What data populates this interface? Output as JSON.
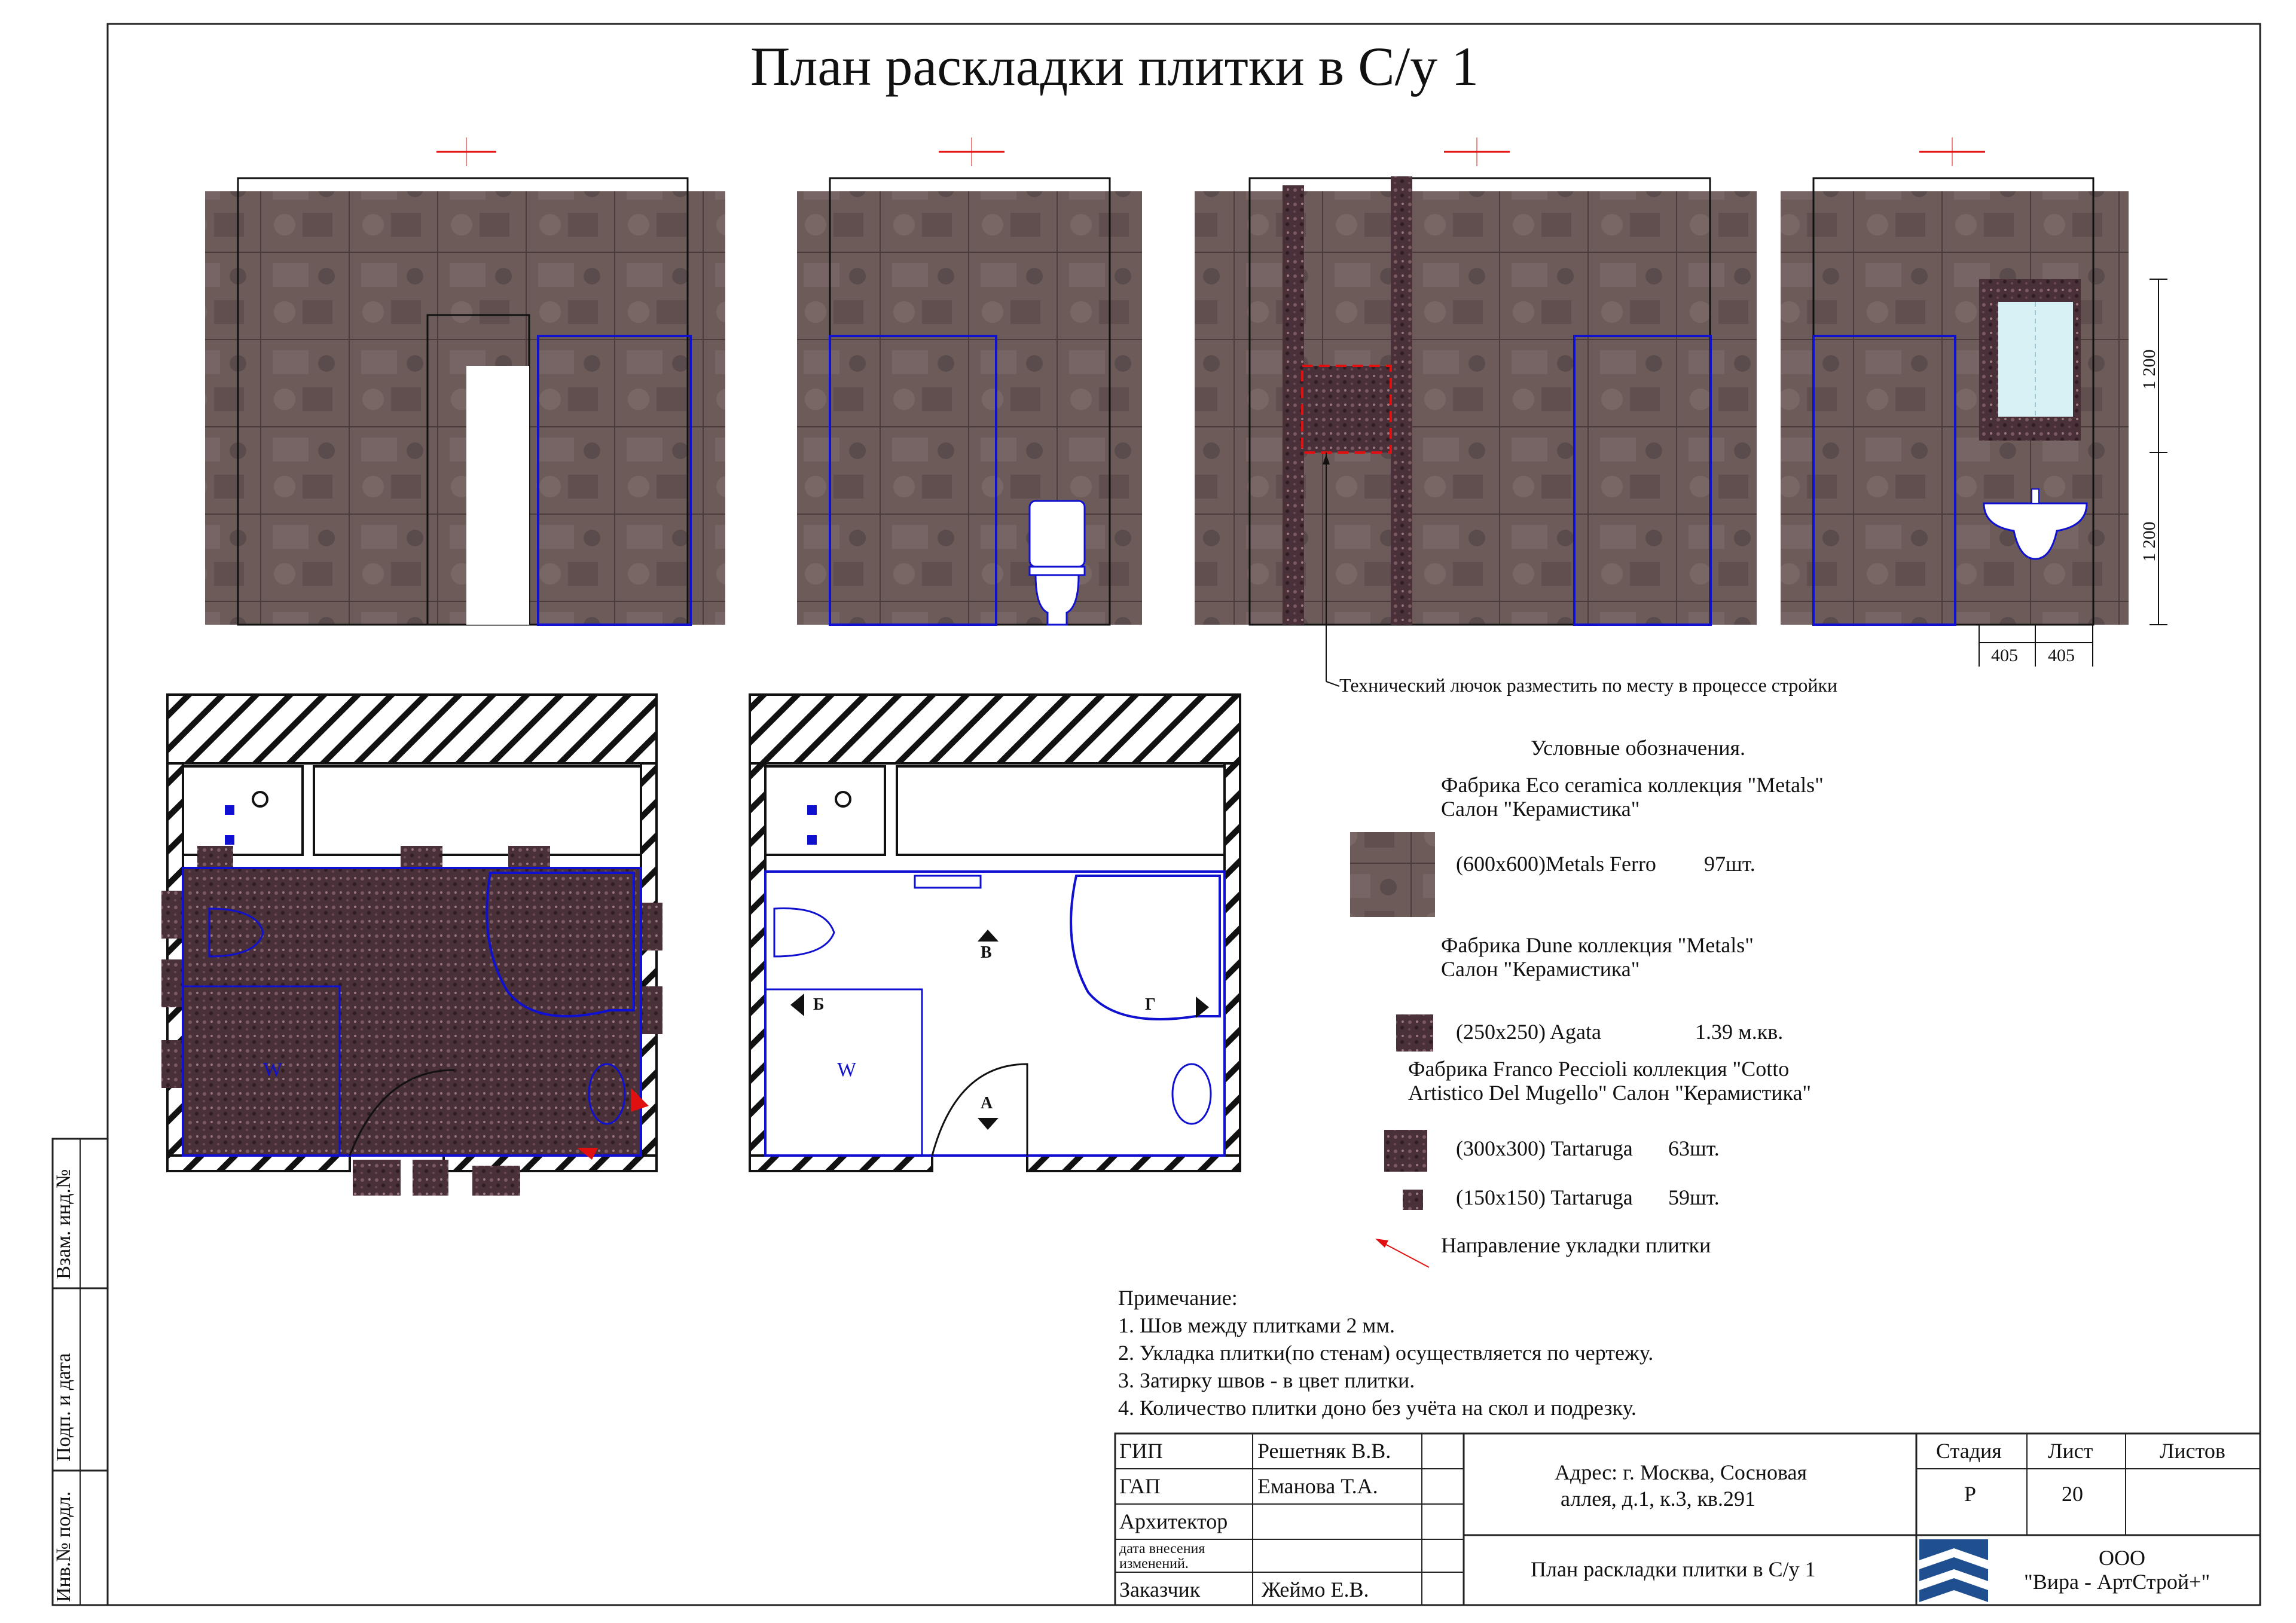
{
  "title": "План раскладки плитки в С/у 1",
  "elevation_labels": {
    "dim_1200_top": "1 200",
    "dim_1200_bottom": "1 200",
    "dim_405_left": "405",
    "dim_405_right": "405",
    "hatch_note": "Технический лючок разместить по месту в процессе стройки"
  },
  "plan_labels": {
    "view_a": "А",
    "view_b": "Б",
    "view_v": "В",
    "view_g": "Г",
    "shower_mark": "W"
  },
  "legend": {
    "heading": "Условные обозначения.",
    "item1_factory": "Фабрика Eco ceramica коллекция \"Metals\"",
    "item1_salon": "Салон \"Керамистика\"",
    "item1_spec": "(600x600)Metals Ferro",
    "item1_qty": "97шт.",
    "item2_factory": "Фабрика Dune коллекция \"Metals\"",
    "item2_salon": "Салон \"Керамистика\"",
    "item2_spec": "(250x250)  Agata",
    "item2_qty": "1.39 м.кв.",
    "item3_factory": "Фабрика Franco Peccioli коллекция \"Cotto",
    "item3_factory2": "Artistico Del Mugello\" Салон \"Керамистика\"",
    "item3_spec": "(300x300)  Tartaruga",
    "item3_qty": "63шт.",
    "item4_spec": "(150x150)  Tartaruga",
    "item4_qty": "59шт.",
    "direction": "Направление укладки плитки"
  },
  "notes": {
    "heading": "Примечание:",
    "n1": "1. Шов между плитками 2 мм.",
    "n2": "2. Укладка  плитки(по стенам) осуществляется по  чертежу.",
    "n3": "3. Затирку  швов - в цвет плитки.",
    "n4": "4. Количество плитки доно без учёта на скол и подрезку."
  },
  "side_stamp": {
    "s1": "Взам. инд.№",
    "s2": "Подп. и дата",
    "s3": "Инв.№ подл."
  },
  "title_block": {
    "gip_label": "ГИП",
    "gip_name": "Решетняк В.В.",
    "gap_label": "ГАП",
    "gap_name": "Еманова Т.А.",
    "arch_label": "Архитектор",
    "date_label_1": "дата  внесения",
    "date_label_2": "изменений.",
    "client_label": "Заказчик",
    "client_name": "Жеймо Е.В.",
    "address_1": "Адрес: г. Москва, Сосновая",
    "address_2": "аллея, д.1, к.3, кв.291",
    "sheet_title": "План раскладки плитки в С/у 1",
    "stage_label": "Стадия",
    "sheet_label": "Лист",
    "sheets_label": "Листов",
    "stage_value": "Р",
    "sheet_value": "20",
    "company_1": "ООО",
    "company_2": "\"Вира - АртСтрой+\""
  },
  "colors": {
    "tile_metal": "#6a5a58",
    "tile_mosaic": "#4a3138",
    "wall_line": "#0b0be0",
    "red_mark": "#e01010"
  }
}
